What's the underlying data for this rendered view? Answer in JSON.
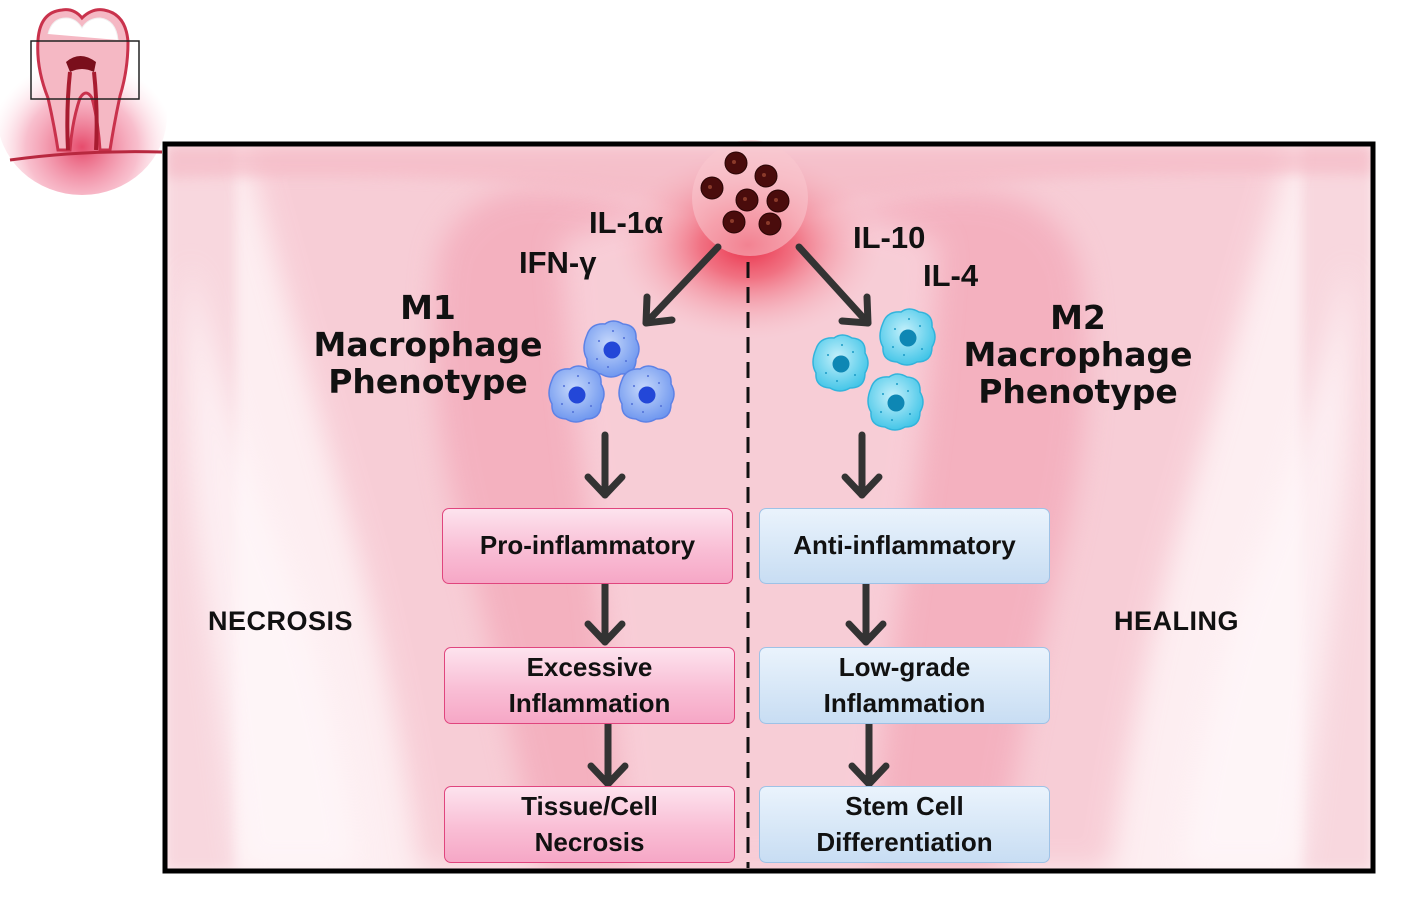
{
  "cytokines_left": [
    "IL-1α",
    "IFN-γ"
  ],
  "cytokines_right": [
    "IL-10",
    "IL-4"
  ],
  "m1": {
    "line1": "M1",
    "line2": "Macrophage",
    "line3": "Phenotype"
  },
  "m2": {
    "line1": "M2",
    "line2": "Macrophage",
    "line3": "Phenotype"
  },
  "left_boxes": [
    "Pro-inflammatory",
    "Excessive\nInflammation",
    "Tissue/Cell\nNecrosis"
  ],
  "right_boxes": [
    "Anti-inflammatory",
    "Low-grade\nInflammation",
    "Stem Cell\nDifferentiation"
  ],
  "outcome_left": "NECROSIS",
  "outcome_right": "HEALING",
  "colors": {
    "m1_cell": "#7aa2f4",
    "m2_cell": "#6fd3ec",
    "pro_box": "#f7b3cd",
    "anti_box": "#d3e5f6",
    "inflammation": "#e8253f",
    "bacteria": "#4a0c0c"
  },
  "icons": [
    "tooth-icon",
    "bacteria-cluster-icon",
    "m1-macrophage-icon",
    "m2-macrophage-icon",
    "arrow-down-icon"
  ]
}
